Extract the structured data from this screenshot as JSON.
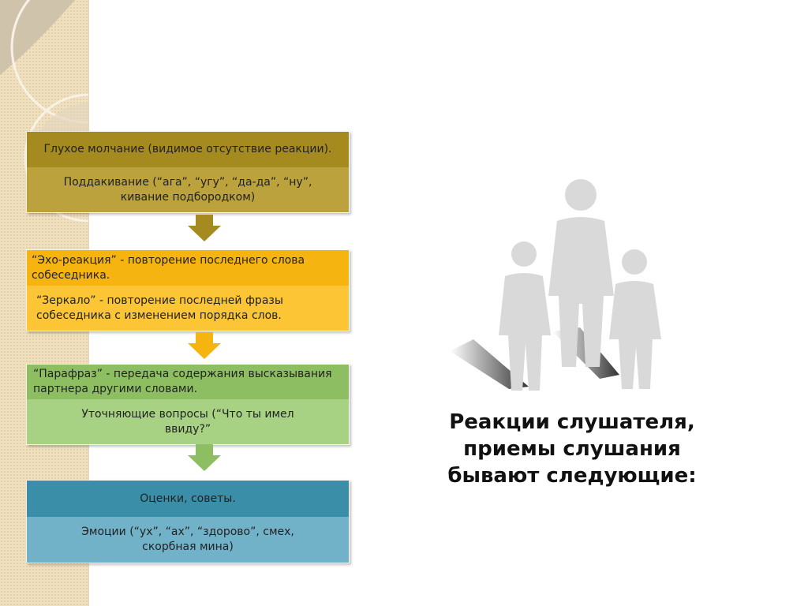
{
  "steps": [
    {
      "top": "Глухое молчание (видимое отсутствие реакции).",
      "bottom": "Поддакивание (“ага”, “угу”, “да-да”, “ну”, кивание подбородком)",
      "color_top": "#a48a1f",
      "color_bottom": "#bca23c"
    },
    {
      "top": "“Эхо-реакция” - повторение последнего слова собеседника.",
      "bottom": "“Зеркало” - повторение последней фразы собеседника с изменением порядка слов.",
      "color_top": "#f6b410",
      "color_bottom": "#fbc535"
    },
    {
      "top": "“Парафраз” - передача содержания высказывания партнера другими словами.",
      "bottom": "Уточняющие вопросы (“Что ты имел ввиду?”",
      "color_top": "#8dbf62",
      "color_bottom": "#a8d283"
    },
    {
      "top": "Оценки, советы.",
      "bottom": "Эмоции (“ух”, “ах”, “здорово”, смех, скорбная мина)",
      "color_top": "#3a8ea8",
      "color_bottom": "#72b2c9"
    }
  ],
  "title": "Реакции слушателя, приемы слушания бывают следующие:"
}
